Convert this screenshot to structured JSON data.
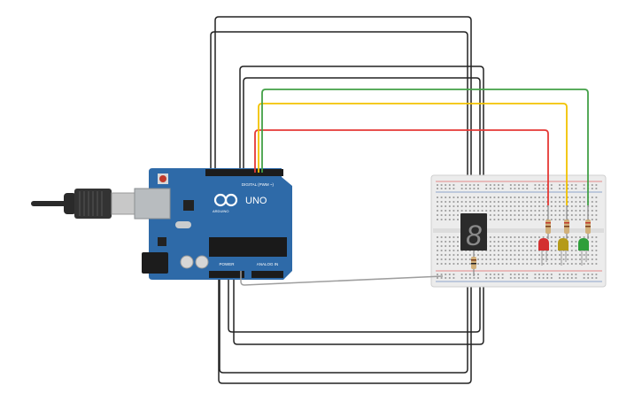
{
  "board": {
    "label_uno": "UNO",
    "label_digital": "DIGITAL (PWM ~)",
    "label_power": "POWER",
    "label_analog": "ANALOG IN",
    "label_brand": "ARDUINO"
  },
  "display": {
    "digit": "8"
  },
  "colors": {
    "board_blue": "#2e6aa8",
    "wire_red": "#e53935",
    "wire_yellow": "#f2c200",
    "wire_green": "#43a047",
    "wire_black": "#222222",
    "wire_gray": "#9e9e9e",
    "led_red": "#d32f2f",
    "led_yellow": "#b59a18",
    "led_green": "#2e9e3a"
  }
}
